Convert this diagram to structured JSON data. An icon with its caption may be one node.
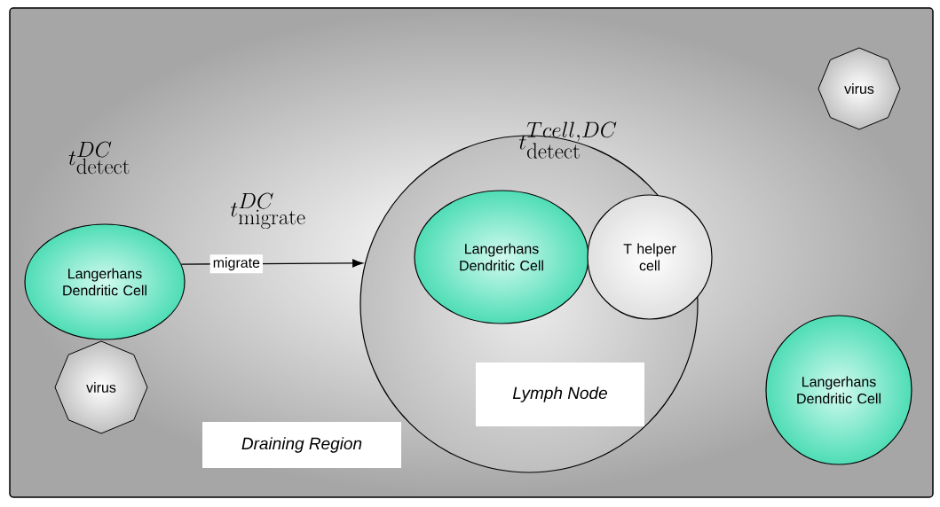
{
  "diagram": {
    "nodes": [
      {
        "text": [
          "Draining Region"
        ]
      },
      {
        "text": [
          "Langerhans Dendritic Cell"
        ],
        "in": 0
      },
      {
        "text": [
          "virus"
        ],
        "in": 0
      },
      {
        "text": [
          "Lymph Node"
        ],
        "in": 0
      },
      {
        "text": [
          "Langerhans Dendritic Cell"
        ],
        "in": 3
      },
      {
        "text": [
          "T helper cell"
        ],
        "in": 3
      },
      {
        "text": [
          "virus"
        ],
        "in": 0
      },
      {
        "text": [
          "Langerhans Dendritic Cell"
        ],
        "in": 0
      }
    ],
    "edges": [
      {
        "from": 1,
        "to": 3,
        "arrow": "to",
        "label": "migrate"
      }
    ],
    "labels": [
      "t^{DC}_{\\mathrm{detect}}",
      "t^{DC}_{\\mathrm{migrate}}",
      "t^{Tcell,DC}_{\\mathrm{detect}}"
    ]
  }
}
